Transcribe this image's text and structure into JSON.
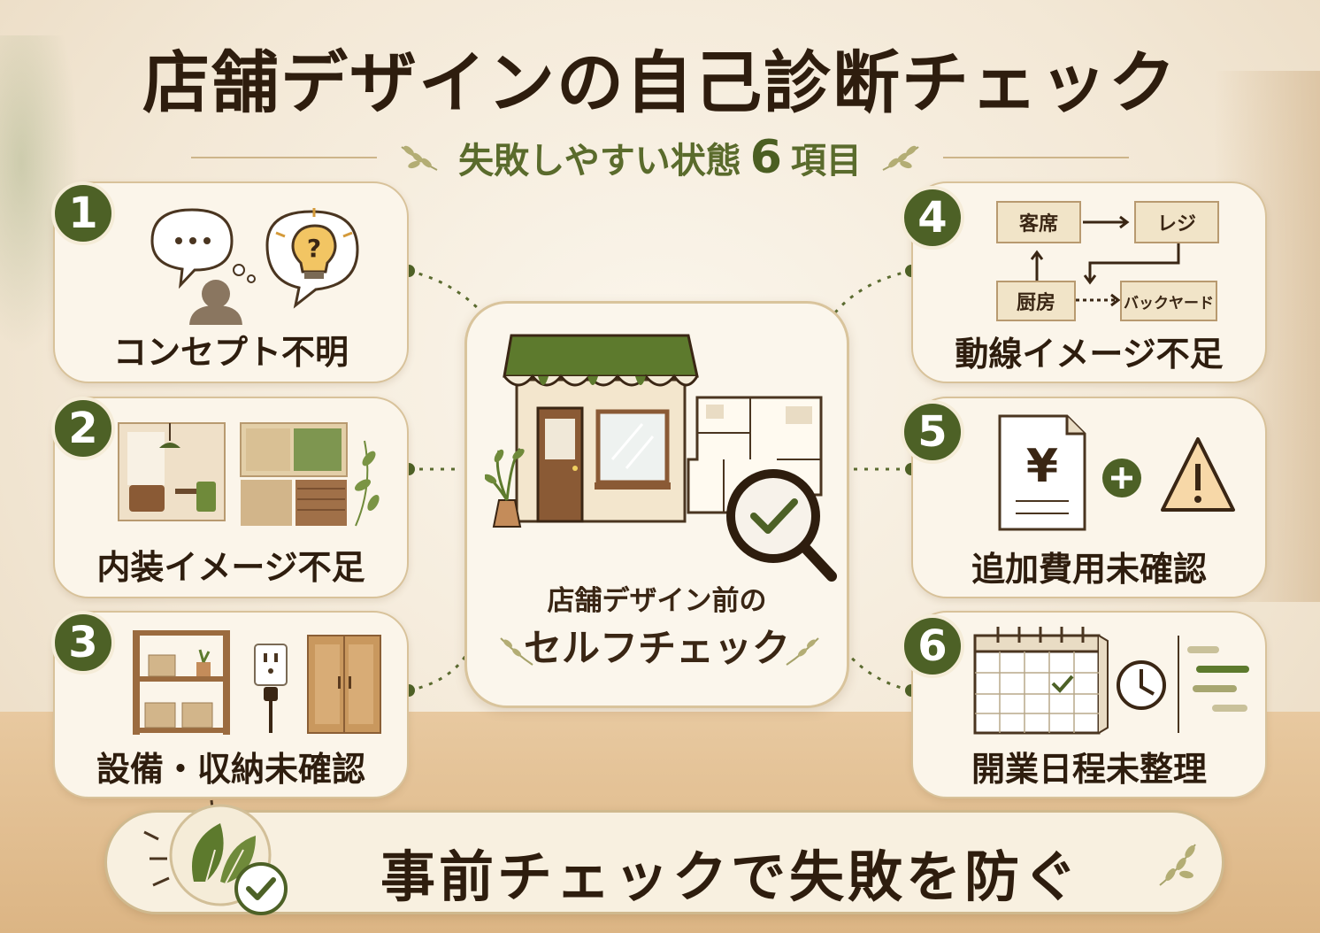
{
  "header": {
    "title": "店舗デザインの自己診断チェック",
    "subtitle_prefix": "失敗しやすい状態",
    "subtitle_num": "6",
    "subtitle_suffix": "項目"
  },
  "items": [
    {
      "num": "1",
      "label": "コンセプト不明"
    },
    {
      "num": "2",
      "label": "内装イメージ不足"
    },
    {
      "num": "3",
      "label": "設備・収納未確認"
    },
    {
      "num": "4",
      "label": "動線イメージ不足"
    },
    {
      "num": "5",
      "label": "追加費用未確認"
    },
    {
      "num": "6",
      "label": "開業日程未整理"
    }
  ],
  "flow": {
    "seats": "客席",
    "register": "レジ",
    "kitchen": "厨房",
    "backyard": "バックヤード"
  },
  "center": {
    "line1": "店舗デザイン前の",
    "line2": "セルフチェック"
  },
  "footer": {
    "message": "事前チェックで失敗を防ぐ"
  },
  "colors": {
    "accent": "#4d6126",
    "text": "#2e1d0e",
    "card_bg": "#fbf5ea",
    "border": "#d8c29a"
  }
}
